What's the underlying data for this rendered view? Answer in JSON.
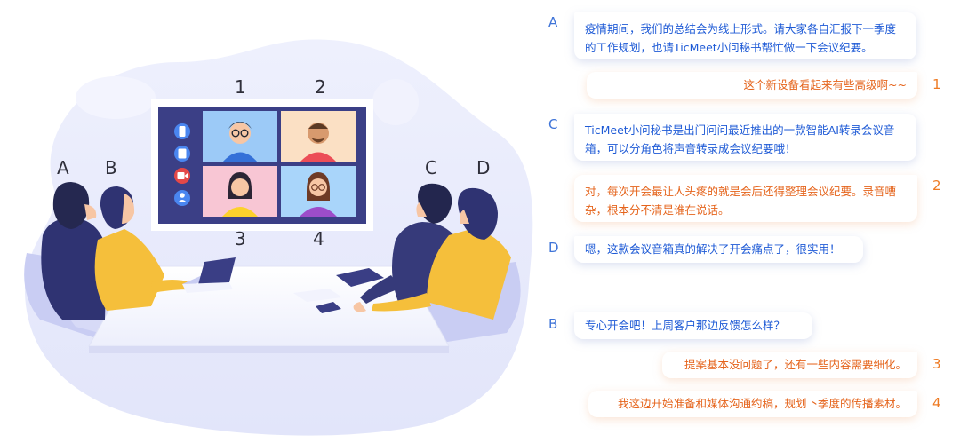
{
  "colors": {
    "left_accent": "#3f74d8",
    "right_accent": "#ee7b24",
    "screen_frame": "#3b3f86",
    "blob": "#e6e8fb"
  },
  "illustration": {
    "screen_tiles": [
      "1",
      "2",
      "3",
      "4"
    ],
    "participants": [
      "A",
      "B",
      "C",
      "D"
    ],
    "screen_icons": [
      "phone-icon",
      "tablet-icon",
      "video-icon",
      "user-icon"
    ]
  },
  "chat": [
    {
      "speaker": "A",
      "side": "left",
      "text": "疫情期间，我们的总结会为线上形式。请大家各自汇报下一季度的工作规划，也请TicMeet小问秘书帮忙做一下会议纪要。"
    },
    {
      "speaker": "1",
      "side": "right",
      "text": "这个新设备看起来有些高级啊~~"
    },
    {
      "speaker": "C",
      "side": "left",
      "text": "TicMeet小问秘书是出门问问最近推出的一款智能AI转录会议音箱，可以分角色将声音转录成会议纪要哦！"
    },
    {
      "speaker": "2",
      "side": "right",
      "text": "对，每次开会最让人头疼的就是会后还得整理会议纪要。录音嘈杂，根本分不清是谁在说话。"
    },
    {
      "speaker": "D",
      "side": "left",
      "text": "嗯，这款会议音箱真的解决了开会痛点了，很实用！"
    },
    {
      "speaker": "B",
      "side": "left",
      "text": "专心开会吧！上周客户那边反馈怎么样？"
    },
    {
      "speaker": "3",
      "side": "right",
      "text": "提案基本没问题了，还有一些内容需要细化。"
    },
    {
      "speaker": "4",
      "side": "right",
      "text": "我这边开始准备和媒体沟通约稿，规划下季度的传播素材。"
    }
  ]
}
